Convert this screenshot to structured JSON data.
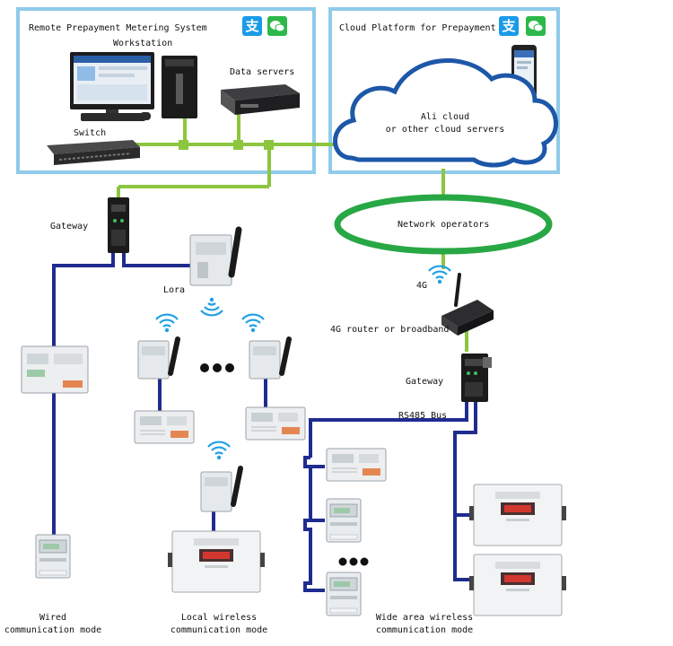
{
  "colors": {
    "panel_border": "#8fcbea",
    "ethernet_green": "#8cc63f",
    "wired_blue": "#1f2c8f",
    "cloud_blue": "#1d57a8",
    "wireless_blue": "#1ea0e6",
    "alipay_blue": "#1a9be8",
    "wechat_green": "#2cb84a"
  },
  "icons": [
    "alipay-icon",
    "wechat-icon",
    "wifi-signal-icon",
    "ellipsis-dots"
  ],
  "labels": {
    "system_title": "Remote Prepayment Metering System",
    "workstation": "Workstation",
    "data_servers": "Data servers",
    "switch": "Switch",
    "cloud_platform": "Cloud Platform for Prepayment",
    "cloud_line1": "Ali cloud",
    "cloud_line2": "or other cloud servers",
    "network_operators": "Network operators",
    "gateway_left": "Gateway",
    "lora": "Lora",
    "fourg": "4G",
    "router": "4G router or broadband",
    "gateway_right": "Gateway",
    "rs485": "RS485 Bus",
    "wired_l1": "Wired",
    "wired_l2": "communication mode",
    "local_l1": "Local wireless",
    "local_l2": "communication mode",
    "wide_l1": "Wide area wireless",
    "wide_l2": "communication mode",
    "alipay_glyph": "支"
  }
}
